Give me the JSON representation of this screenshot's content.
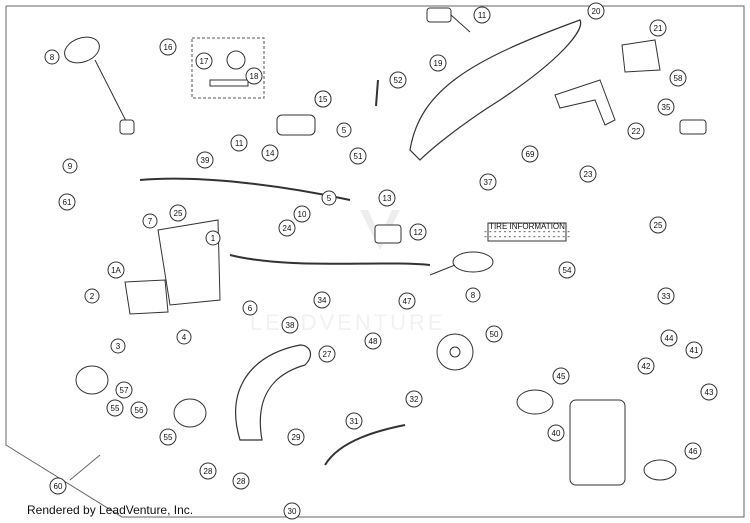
{
  "credit": "Rendered by LeadVenture, Inc.",
  "watermark": "LEADVENTURE",
  "sticker": {
    "title": "TIRE INFORMATION",
    "line1": "- - - - - - - - - - - - - - - - - -",
    "line2": "- - - - - - - - - - - - - - - - - -"
  },
  "callouts": [
    "11",
    "20",
    "21",
    "16",
    "17",
    "18",
    "8",
    "19",
    "52",
    "58",
    "35",
    "15",
    "5",
    "14",
    "10",
    "22",
    "39",
    "9",
    "11",
    "51",
    "69",
    "61",
    "7",
    "25",
    "1",
    "24",
    "12",
    "23",
    "37",
    "13",
    "54",
    "25",
    "1A",
    "2",
    "6",
    "34",
    "47",
    "8",
    "33",
    "3",
    "4",
    "38",
    "48",
    "50",
    "27",
    "45",
    "44",
    "41",
    "42",
    "43",
    "57",
    "56",
    "55",
    "55",
    "32",
    "31",
    "28",
    "28",
    "29",
    "40",
    "46",
    "30",
    "60",
    "15",
    "5"
  ],
  "colors": {
    "line": "#333333",
    "fill": "#ffffff",
    "shade": "#bdbdbd"
  }
}
